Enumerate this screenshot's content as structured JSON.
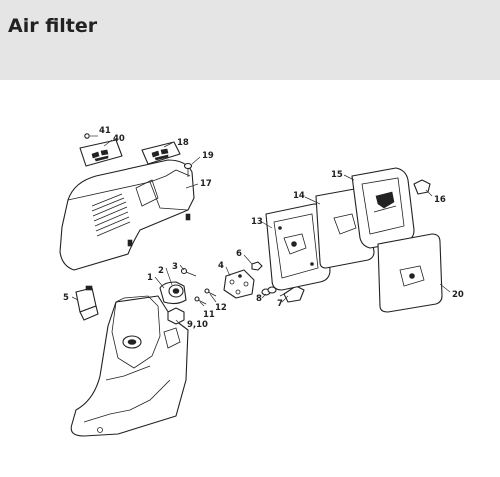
{
  "header": {
    "title": "Air filter"
  },
  "callouts": {
    "c1": "1",
    "c2": "2",
    "c3": "3",
    "c4": "4",
    "c5": "5",
    "c6": "6",
    "c7": "7",
    "c8": "8",
    "c9_10": "9,10",
    "c11": "11",
    "c12": "12",
    "c13": "13",
    "c14": "14",
    "c15": "15",
    "c16": "16",
    "c17": "17",
    "c18": "18",
    "c19": "19",
    "c20": "20",
    "c40": "40",
    "c41": "41"
  }
}
